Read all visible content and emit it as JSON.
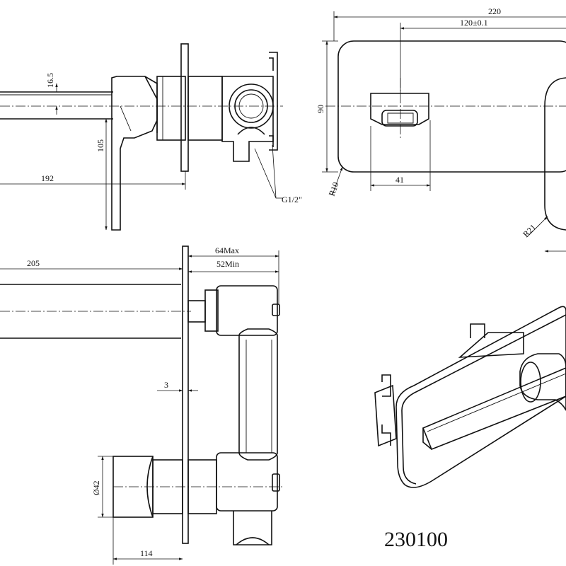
{
  "drawing": {
    "model_number": "230100",
    "dimensions": {
      "height_16_5": "16.5",
      "height_105": "105",
      "length_192": "192",
      "thread_g12": "G1/2\"",
      "width_220": "220",
      "spacing_120": "120±0.1",
      "height_90": "90",
      "radius_r10": "R10",
      "handle_41": "41",
      "radius_r21": "R21",
      "length_205": "205",
      "depth_64max": "64Max",
      "depth_52min": "52Min",
      "plate_3": "3",
      "diameter_42": "Ø42",
      "length_114": "114"
    }
  }
}
